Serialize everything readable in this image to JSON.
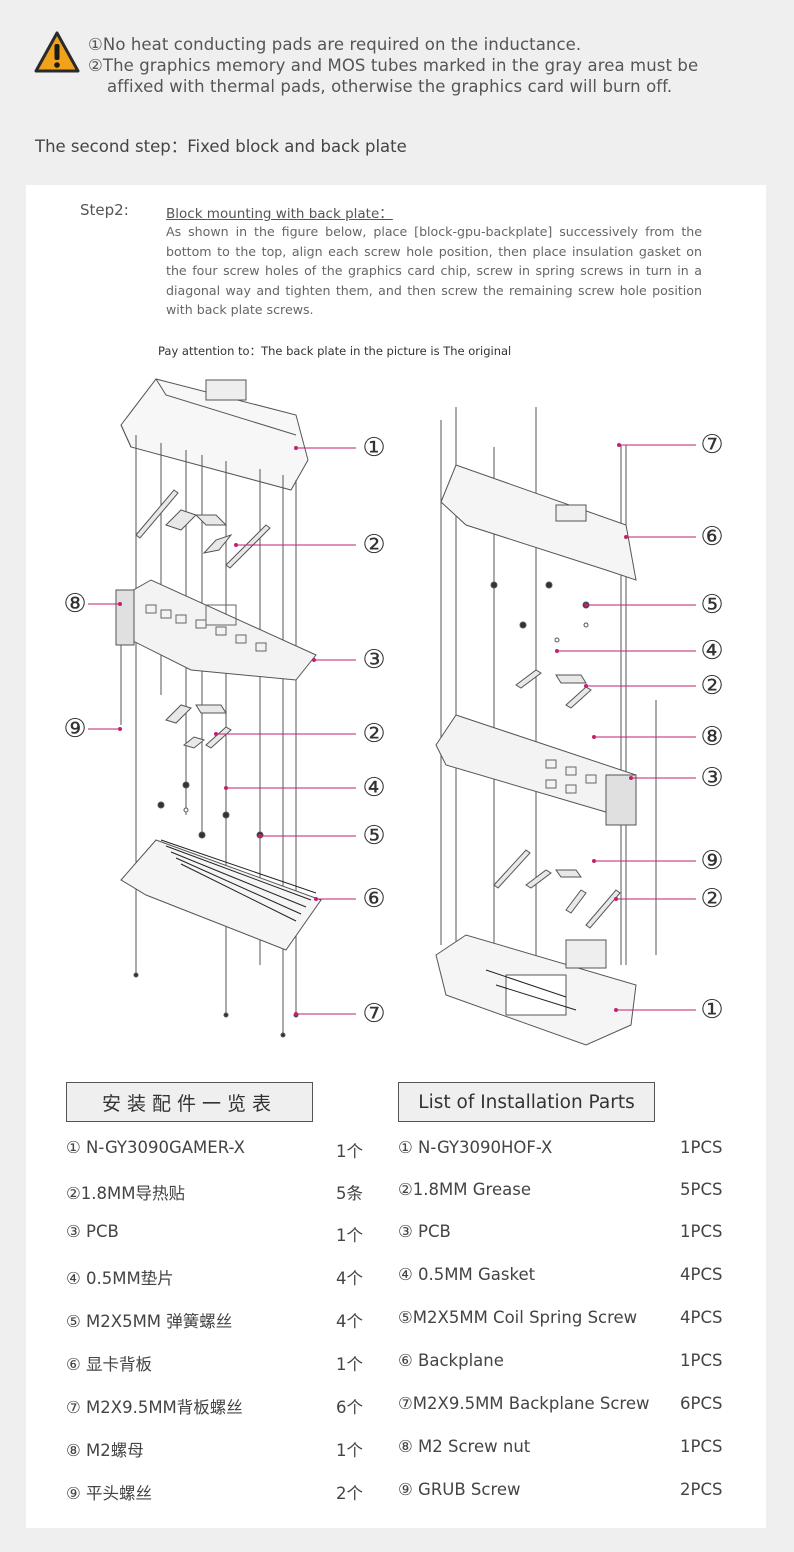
{
  "warning": {
    "line1": "①No heat conducting pads are required on the inductance.",
    "line2": "②The graphics memory and MOS tubes marked in the gray area must be",
    "line3": "affixed with thermal pads, otherwise the graphics card will burn off."
  },
  "section_title": "The second step：Fixed block and back plate",
  "step": {
    "label": "Step2:",
    "heading": "Block mounting with back plate：",
    "body": "As shown in the figure below, place [block-gpu-backplate] successively from the bottom to the top, align each screw hole position, then place insulation gasket on the four screw holes of the graphics card chip, screw in spring screws in turn in a diagonal way and tighten them, and then screw the remaining screw hole position with back plate screws.",
    "attention": "Pay attention to：The back plate in the picture is The original"
  },
  "callouts_left": [
    "①",
    "②",
    "③",
    "②",
    "④",
    "⑤",
    "⑥",
    "⑦",
    "⑧",
    "⑨"
  ],
  "callouts_right": [
    "⑦",
    "⑥",
    "⑤",
    "④",
    "②",
    "⑧",
    "③",
    "⑨",
    "②",
    "①"
  ],
  "parts_cn": {
    "title": "安装配件一览表",
    "rows": [
      {
        "name": "① N-GY3090GAMER-X",
        "qty": "1个"
      },
      {
        "name": "②1.8MM导热贴",
        "qty": "5条"
      },
      {
        "name": "③ PCB",
        "qty": "1个"
      },
      {
        "name": "④ 0.5MM垫片",
        "qty": "4个"
      },
      {
        "name": "⑤ M2X5MM 弹簧螺丝",
        "qty": "4个"
      },
      {
        "name": "⑥ 显卡背板",
        "qty": "1个"
      },
      {
        "name": "⑦ M2X9.5MM背板螺丝",
        "qty": "6个"
      },
      {
        "name": "⑧ M2螺母",
        "qty": "1个"
      },
      {
        "name": "⑨ 平头螺丝",
        "qty": "2个"
      }
    ]
  },
  "parts_en": {
    "title": "List of Installation Parts",
    "rows": [
      {
        "name": "① N-GY3090HOF-X",
        "qty": "1PCS"
      },
      {
        "name": "②1.8MM  Grease",
        "qty": "5PCS"
      },
      {
        "name": "③ PCB",
        "qty": "1PCS"
      },
      {
        "name": "④ 0.5MM  Gasket",
        "qty": "4PCS"
      },
      {
        "name": "⑤M2X5MM Coil Spring Screw",
        "qty": "4PCS"
      },
      {
        "name": "⑥ Backplane",
        "qty": "1PCS"
      },
      {
        "name": "⑦M2X9.5MM Backplane Screw",
        "qty": "6PCS"
      },
      {
        "name": "⑧ M2  Screw nut",
        "qty": "1PCS"
      },
      {
        "name": "⑨ GRUB Screw",
        "qty": "2PCS"
      }
    ]
  },
  "colors": {
    "warning_orange": "#f0a21b",
    "leader_magenta": "#c2226f",
    "background": "#efefef",
    "panel": "#ffffff"
  }
}
